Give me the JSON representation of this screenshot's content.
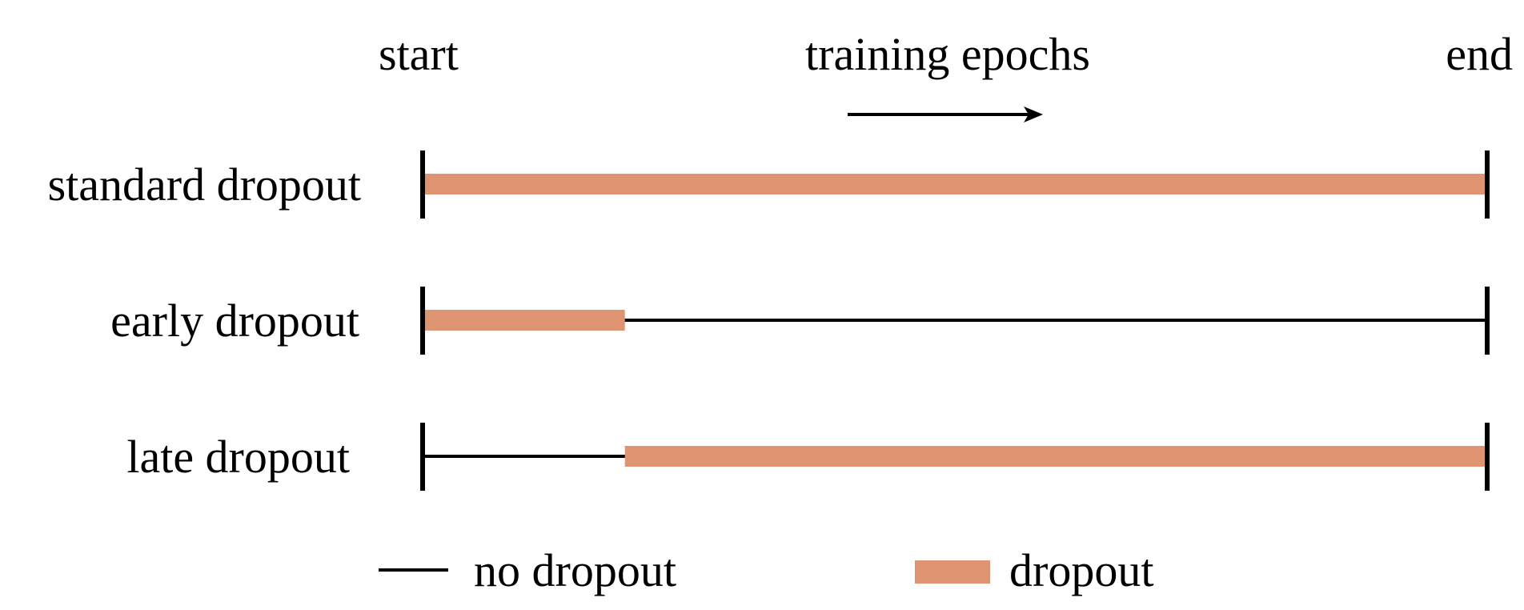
{
  "header": {
    "start_label": "start",
    "end_label": "end",
    "axis_label": "training epochs"
  },
  "rows": [
    {
      "label": "standard dropout",
      "dropout_start": 0.0,
      "dropout_end": 1.0
    },
    {
      "label": "early dropout",
      "dropout_start": 0.0,
      "dropout_end": 0.19
    },
    {
      "label": "late dropout",
      "dropout_start": 0.19,
      "dropout_end": 1.0
    }
  ],
  "legend": {
    "no_dropout": "no dropout",
    "dropout": "dropout"
  },
  "colors": {
    "dropout": "#DE9470",
    "line": "#000000"
  }
}
